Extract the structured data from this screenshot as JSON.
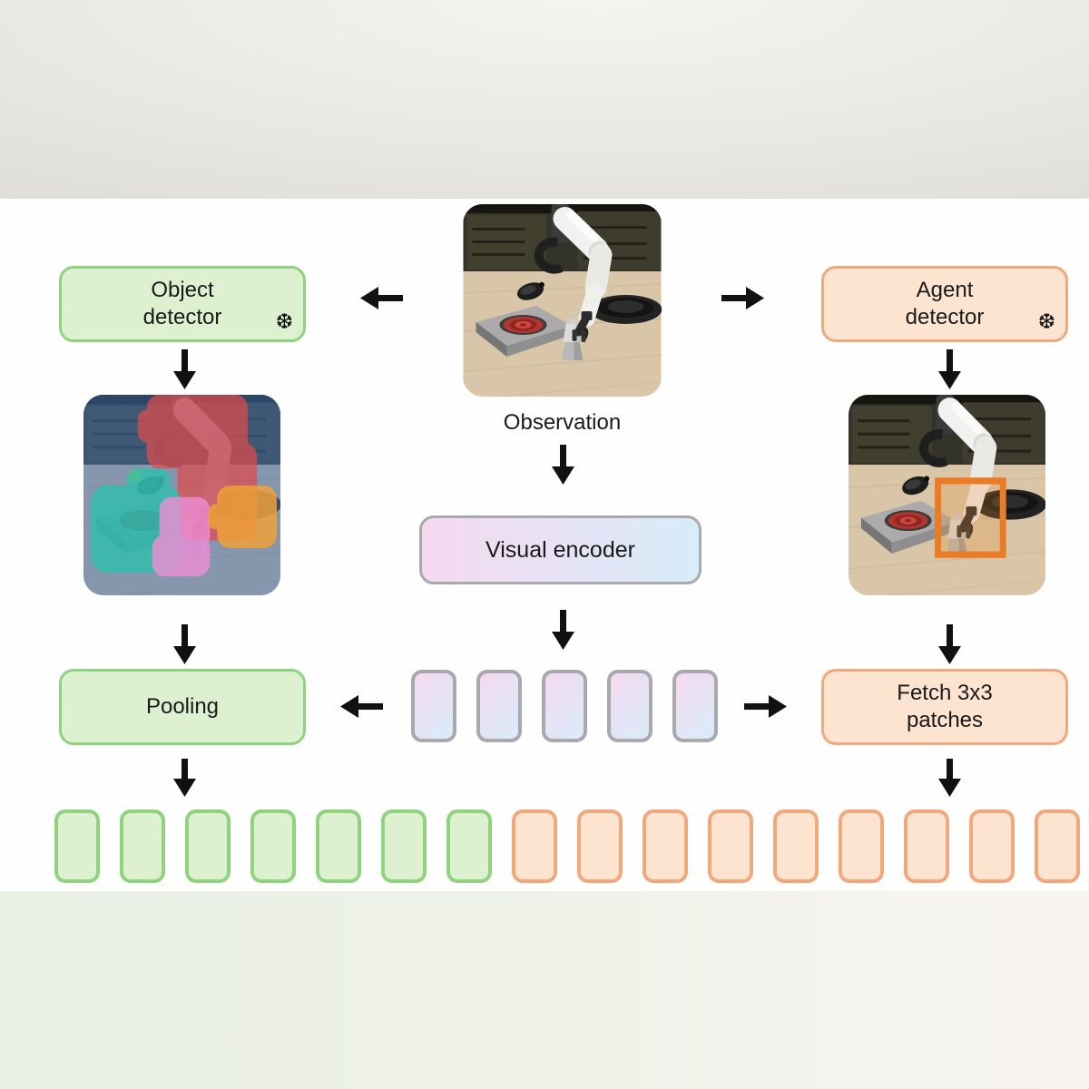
{
  "colors": {
    "green_fill": "#ddf1d1",
    "green_border": "#8fd37f",
    "orange_fill": "#fce4d1",
    "orange_border": "#f0a97c",
    "encoder_pink": "#f6d9f0",
    "encoder_blue": "#d7ecf9",
    "encoder_border": "#a9a9ad",
    "bbox_orange": "#e87d26",
    "arrow_black": "#111111"
  },
  "nodes": {
    "object_detector": {
      "line1": "Object",
      "line2": "detector"
    },
    "agent_detector": {
      "line1": "Agent",
      "line2": "detector"
    },
    "visual_encoder": {
      "label": "Visual encoder"
    },
    "pooling": {
      "label": "Pooling"
    },
    "fetch_patches": {
      "line1": "Fetch 3x3",
      "line2": "patches"
    }
  },
  "labels": {
    "observation": "Observation"
  },
  "icons": {
    "snowflake": "❆"
  },
  "tokens": {
    "encoder_count": 5,
    "pooled_green_count": 7,
    "patch_orange_count": 9
  }
}
